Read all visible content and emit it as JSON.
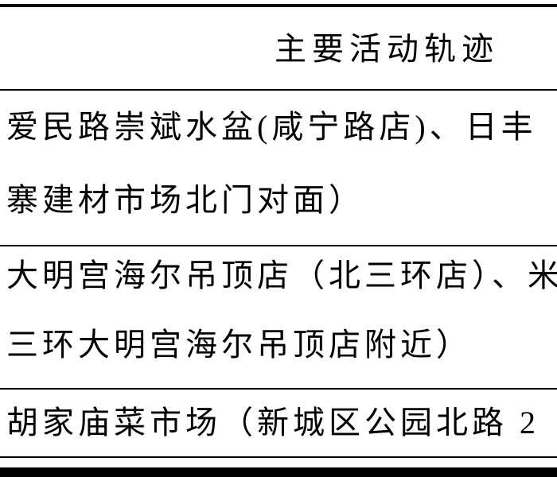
{
  "table": {
    "header": "主要活动轨迹",
    "rows": [
      {
        "line1": "爱民路崇斌水盆(咸宁路店)、日丰",
        "line2": "寨建材市场北门对面）"
      },
      {
        "line1": "大明宫海尔吊顶店（北三环店）、米",
        "line2": "三环大明宫海尔吊顶店附近）"
      },
      {
        "line1": "胡家庙菜市场（新城区公园北路 2",
        "line2": ""
      }
    ]
  },
  "colors": {
    "background": "#ffffff",
    "text": "#000000",
    "border": "#000000"
  }
}
